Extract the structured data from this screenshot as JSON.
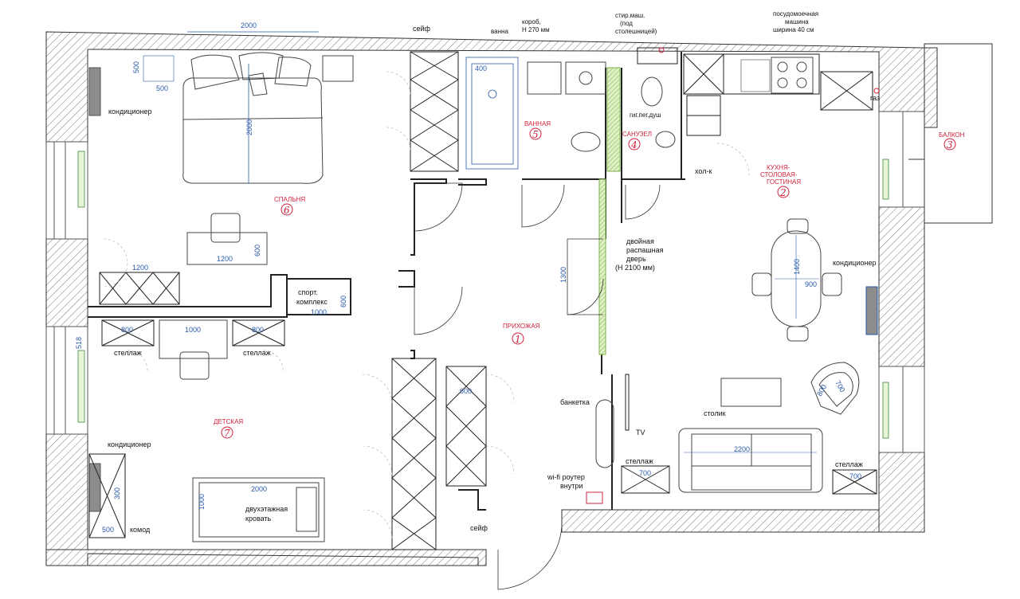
{
  "rooms": {
    "hallway": {
      "name": "ПРИХОЖАЯ",
      "number": "1"
    },
    "kitchen": {
      "name_line1": "КУХНЯ-",
      "name_line2": "СТОЛОВАЯ-",
      "name_line3": "ГОСТИНАЯ",
      "number": "2"
    },
    "balcony": {
      "name": "БАЛКОН",
      "number": "3"
    },
    "wc": {
      "name": "САНУЗЕЛ",
      "number": "4"
    },
    "bathroom": {
      "name": "ВАННАЯ",
      "number": "5"
    },
    "bedroom": {
      "name": "СПАЛЬНЯ",
      "number": "6"
    },
    "nursery": {
      "name": "ДЕТСКАЯ",
      "number": "7"
    }
  },
  "labels": {
    "safe_top": "сейф",
    "bath": "ванна",
    "box_line1": "короб,",
    "box_line2": "Н 270 мм",
    "washer_line1": "стир.маш.",
    "washer_line2": "(под",
    "washer_line3": "столешницей)",
    "dishwasher_line1": "посудомоечная",
    "dishwasher_line2": "машина",
    "dishwasher_line3": "ширина 40 см",
    "ac_bedroom": "кондиционер",
    "ac_living": "кондиционер",
    "ac_nursery": "кондиционер",
    "hygienic_shower": "гиг.пег.душ",
    "fridge": "хол-к",
    "gas": "газ",
    "double_door_line1": "двойная",
    "double_door_line2": "распашная",
    "double_door_line3": "дверь",
    "double_door_line4": "(Н 2100 мм)",
    "sport_line1": "спорт.",
    "sport_line2": "комплекс",
    "shelf_nursery_1": "стеллаж",
    "shelf_nursery_2": "стеллаж",
    "bench": "банкетка",
    "tv": "TV",
    "coffee_table": "столик",
    "shelf_living_1": "стеллаж",
    "shelf_living_2": "стеллаж",
    "wifi_line1": "wi-fi роутер",
    "wifi_line2": "внутри",
    "bunk_line1": "двухэтажная",
    "bunk_line2": "кровать",
    "dresser": "комод",
    "safe_bottom": "сейф"
  },
  "dimensions": {
    "bed_width": "2000",
    "bed_length": "2000",
    "nightstand_h": "500",
    "nightstand_w": "500",
    "bath_width": "400",
    "desk_bedroom_w": "1200",
    "desk_bedroom_d": "600",
    "wardrobe_bedroom": "1200",
    "sport_w": "1000",
    "sport_d": "600",
    "double_door_w": "1300",
    "dining_len": "1400",
    "dining_w": "900",
    "shelf_n1": "800",
    "desk_nursery": "1000",
    "shelf_n2": "800",
    "shelf_depth_left": "518",
    "wardrobe_hall": "600",
    "armchair_a": "800",
    "armchair_b": "700",
    "sofa": "2200",
    "shelf_l1": "700",
    "shelf_l2": "700",
    "dresser_h": "300",
    "dresser_w": "500",
    "bunk_len": "2000",
    "bunk_w": "1000"
  },
  "colors": {
    "wall": "#555555",
    "dimension": "#2a5aa8",
    "room_label": "#d0213b",
    "ac_unit": "#8c8c8c",
    "partition": "#b9d98a"
  }
}
